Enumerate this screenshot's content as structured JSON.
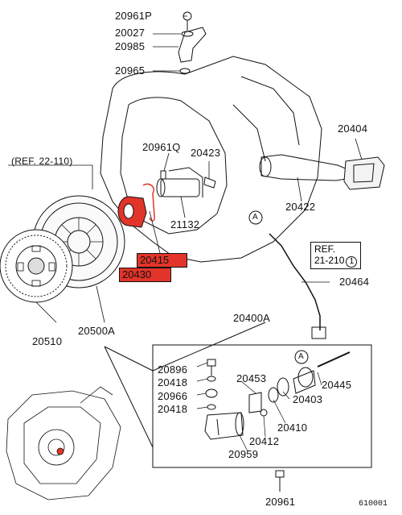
{
  "parts": {
    "p20961P": "20961P",
    "p20027": "20027",
    "p20985": "20985",
    "p20965": "20965",
    "p20404": "20404",
    "p20961Q": "20961Q",
    "p20423": "20423",
    "p20422": "20422",
    "p21132": "21132",
    "p20415": "20415",
    "p20430": "20430",
    "p20464": "20464",
    "p20510": "20510",
    "p20500A": "20500A",
    "p20400A": "20400A",
    "p20896": "20896",
    "p20418a": "20418",
    "p20453": "20453",
    "p20445": "20445",
    "p20966": "20966",
    "p20403": "20403",
    "p20418b": "20418",
    "p20410": "20410",
    "p20412": "20412",
    "p20959": "20959",
    "p20961": "20961"
  },
  "refs": {
    "ref_top": "(REF. 22-110)",
    "ref_box_line1": "REF.",
    "ref_box_line2": "21-210",
    "ref_box_circle": "1",
    "callout_a1": "A",
    "callout_a2": "A"
  },
  "catalog_number": "610001",
  "colors": {
    "highlight": "#e3342a",
    "line": "#111111"
  }
}
